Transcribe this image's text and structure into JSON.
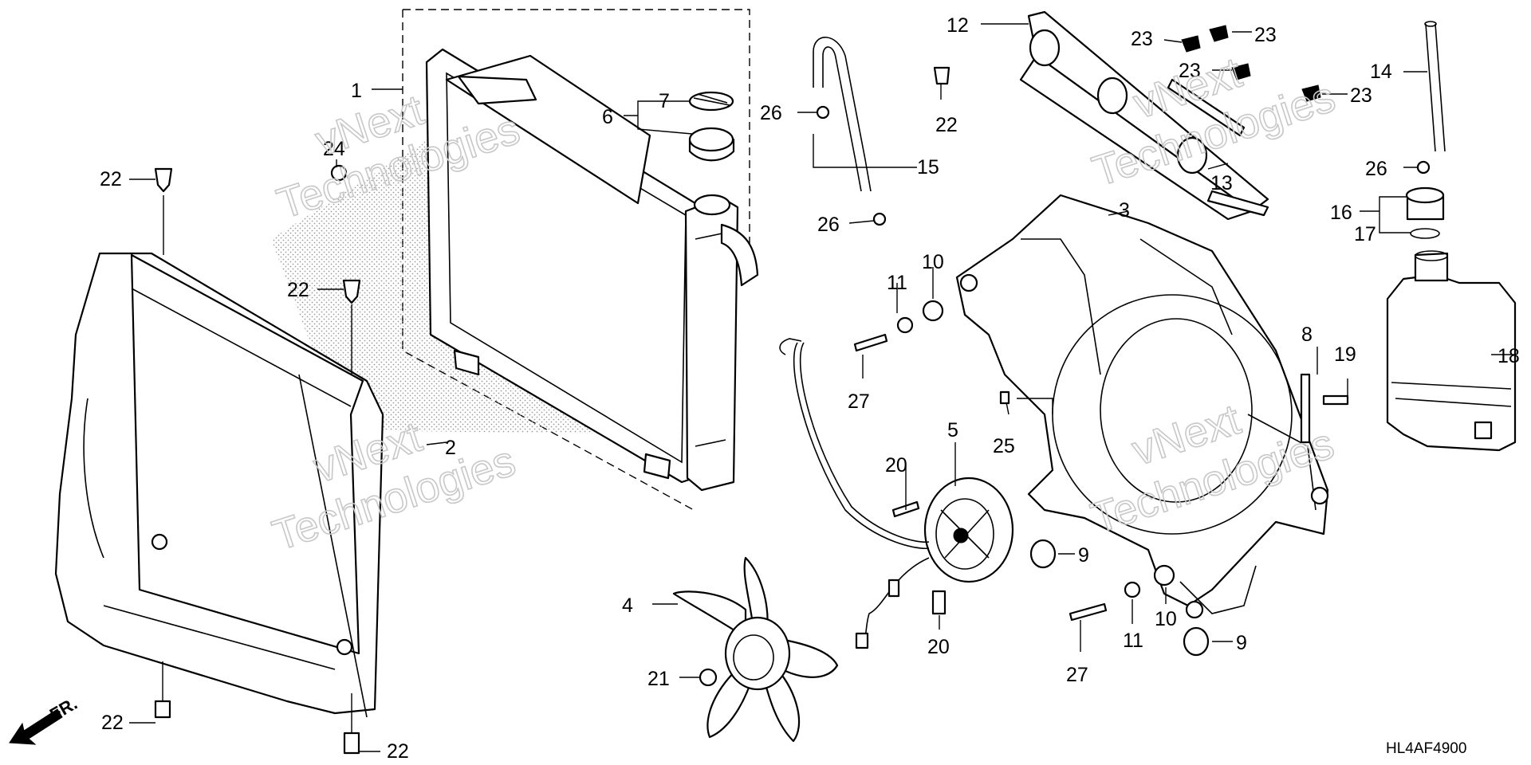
{
  "diagram": {
    "code": "HL4AF4900",
    "front_marker": "FR.",
    "watermark": {
      "line1": "vNext",
      "line2": "Technologies"
    },
    "callouts": [
      "1",
      "2",
      "3",
      "4",
      "5",
      "6",
      "7",
      "8",
      "9",
      "10",
      "11",
      "12",
      "13",
      "14",
      "15",
      "16",
      "17",
      "18",
      "19",
      "20",
      "21",
      "22",
      "23",
      "24",
      "25",
      "26",
      "27"
    ]
  }
}
